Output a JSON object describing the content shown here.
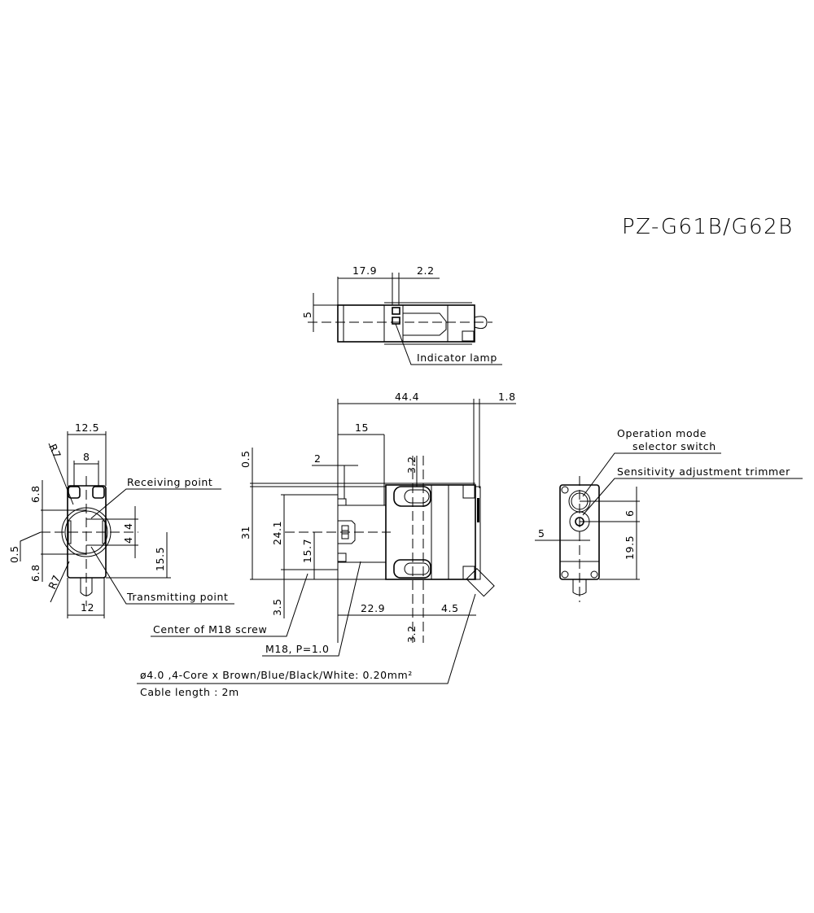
{
  "title": "PZ-G61B/G62B",
  "colors": {
    "line": "#000000",
    "background": "#ffffff"
  },
  "top_view": {
    "dimensions": {
      "length_to_lamp": "17.9",
      "lamp_width": "2.2",
      "height": "5"
    },
    "callouts": {
      "indicator_lamp": "Indicator lamp"
    }
  },
  "front_view": {
    "dimensions": {
      "width_top": "12.5",
      "lens_width": "8",
      "radius_top": "R7",
      "radius_bottom": "R7",
      "upper_offset": "6.8",
      "lower_offset": "6.8",
      "center_offset": "0.5",
      "receiving_offset": "4",
      "transmitting_offset": "4",
      "height_from_bottom": "15.5",
      "width_bottom": "12"
    },
    "callouts": {
      "receiving_point": "Receiving point",
      "transmitting_point": "Transmitting point"
    }
  },
  "side_view": {
    "dimensions": {
      "overall_length": "44.4",
      "cap_length": "1.8",
      "front_length": "15",
      "step": "2",
      "top_offset": "0.5",
      "slot_width_top": "3.2",
      "height": "31",
      "mount_height": "24.1",
      "center_height": "15.7",
      "bottom_offset": "3.5",
      "slot_position": "22.9",
      "slot_to_end": "4.5",
      "slot_width_bottom": "3.2"
    },
    "callouts": {
      "center_screw": "Center of M18 screw",
      "thread": "M18, P=1.0",
      "cable_spec": "ø4.0 ,4-Core x Brown/Blue/Black/White: 0.20mm²",
      "cable_length": "Cable length : 2m"
    }
  },
  "rear_view": {
    "dimensions": {
      "switch_spacing": "6",
      "trimmer_height": "19.5",
      "center_offset": "5"
    },
    "callouts": {
      "mode_switch_line1": "Operation mode",
      "mode_switch_line2": "selector switch",
      "sensitivity_trimmer": "Sensitivity adjustment trimmer"
    }
  }
}
